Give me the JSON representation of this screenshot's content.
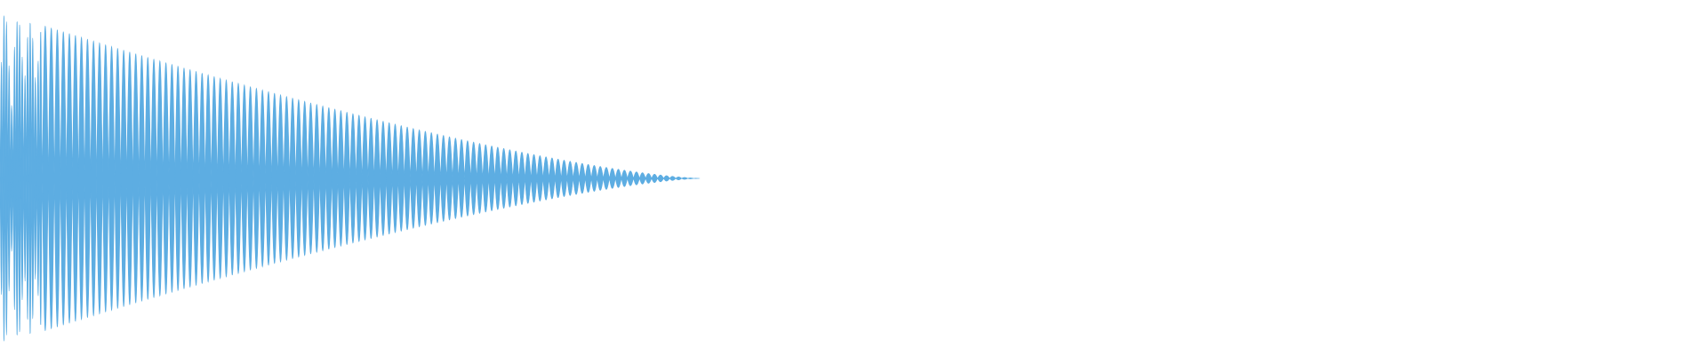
{
  "waveform": {
    "color": "#5DADE2",
    "background": "#FFFFFF",
    "shape": "decaying-oscillation",
    "amplitude_peak": 1.0,
    "decay_end_fraction_of_width": 0.41,
    "cycles_visible": 58
  }
}
